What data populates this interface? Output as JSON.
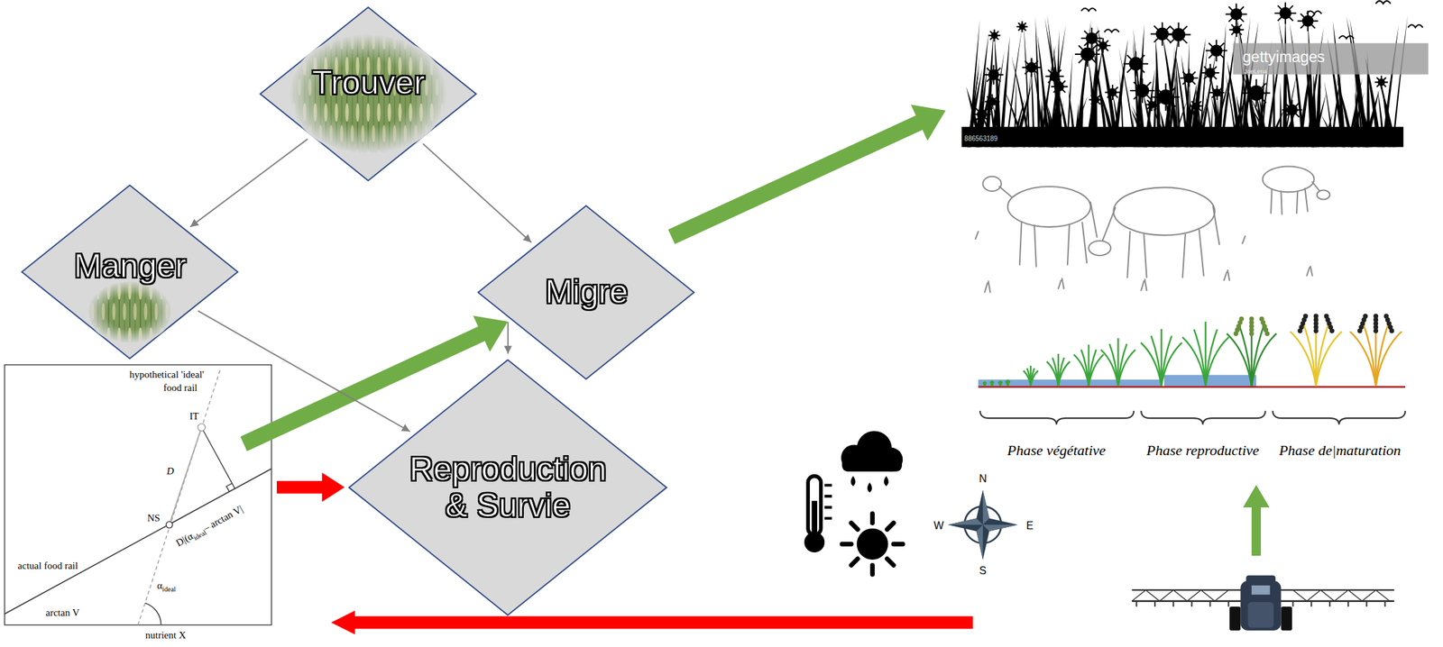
{
  "diagram": {
    "nodes": [
      {
        "text": [
          "Trouver"
        ]
      },
      {
        "text": [
          "Manger"
        ]
      },
      {
        "text": [
          "Migre"
        ]
      },
      {
        "text": [
          "Reproduction & Survie"
        ]
      }
    ],
    "edges": [
      {
        "from": 0,
        "to": 1,
        "arrow": "to"
      },
      {
        "from": 0,
        "to": 2,
        "arrow": "to"
      },
      {
        "from": 1,
        "to": 3,
        "arrow": "to"
      },
      {
        "from": 2,
        "to": 3,
        "arrow": "to"
      }
    ],
    "labels": [
      "hypothetical 'ideal'",
      "food rail",
      "IT",
      "D",
      "NS",
      "D|(α",
      "ideal",
      "– arctan V|",
      "actual food rail",
      "arctan V",
      "α",
      "ideal",
      "nutrient X",
      "gettyimages",
      "JoeLena",
      "886563189",
      "Phase végétative",
      "Phase reproductive",
      "Phase de|maturation",
      "N",
      "E",
      "S",
      "W"
    ]
  }
}
